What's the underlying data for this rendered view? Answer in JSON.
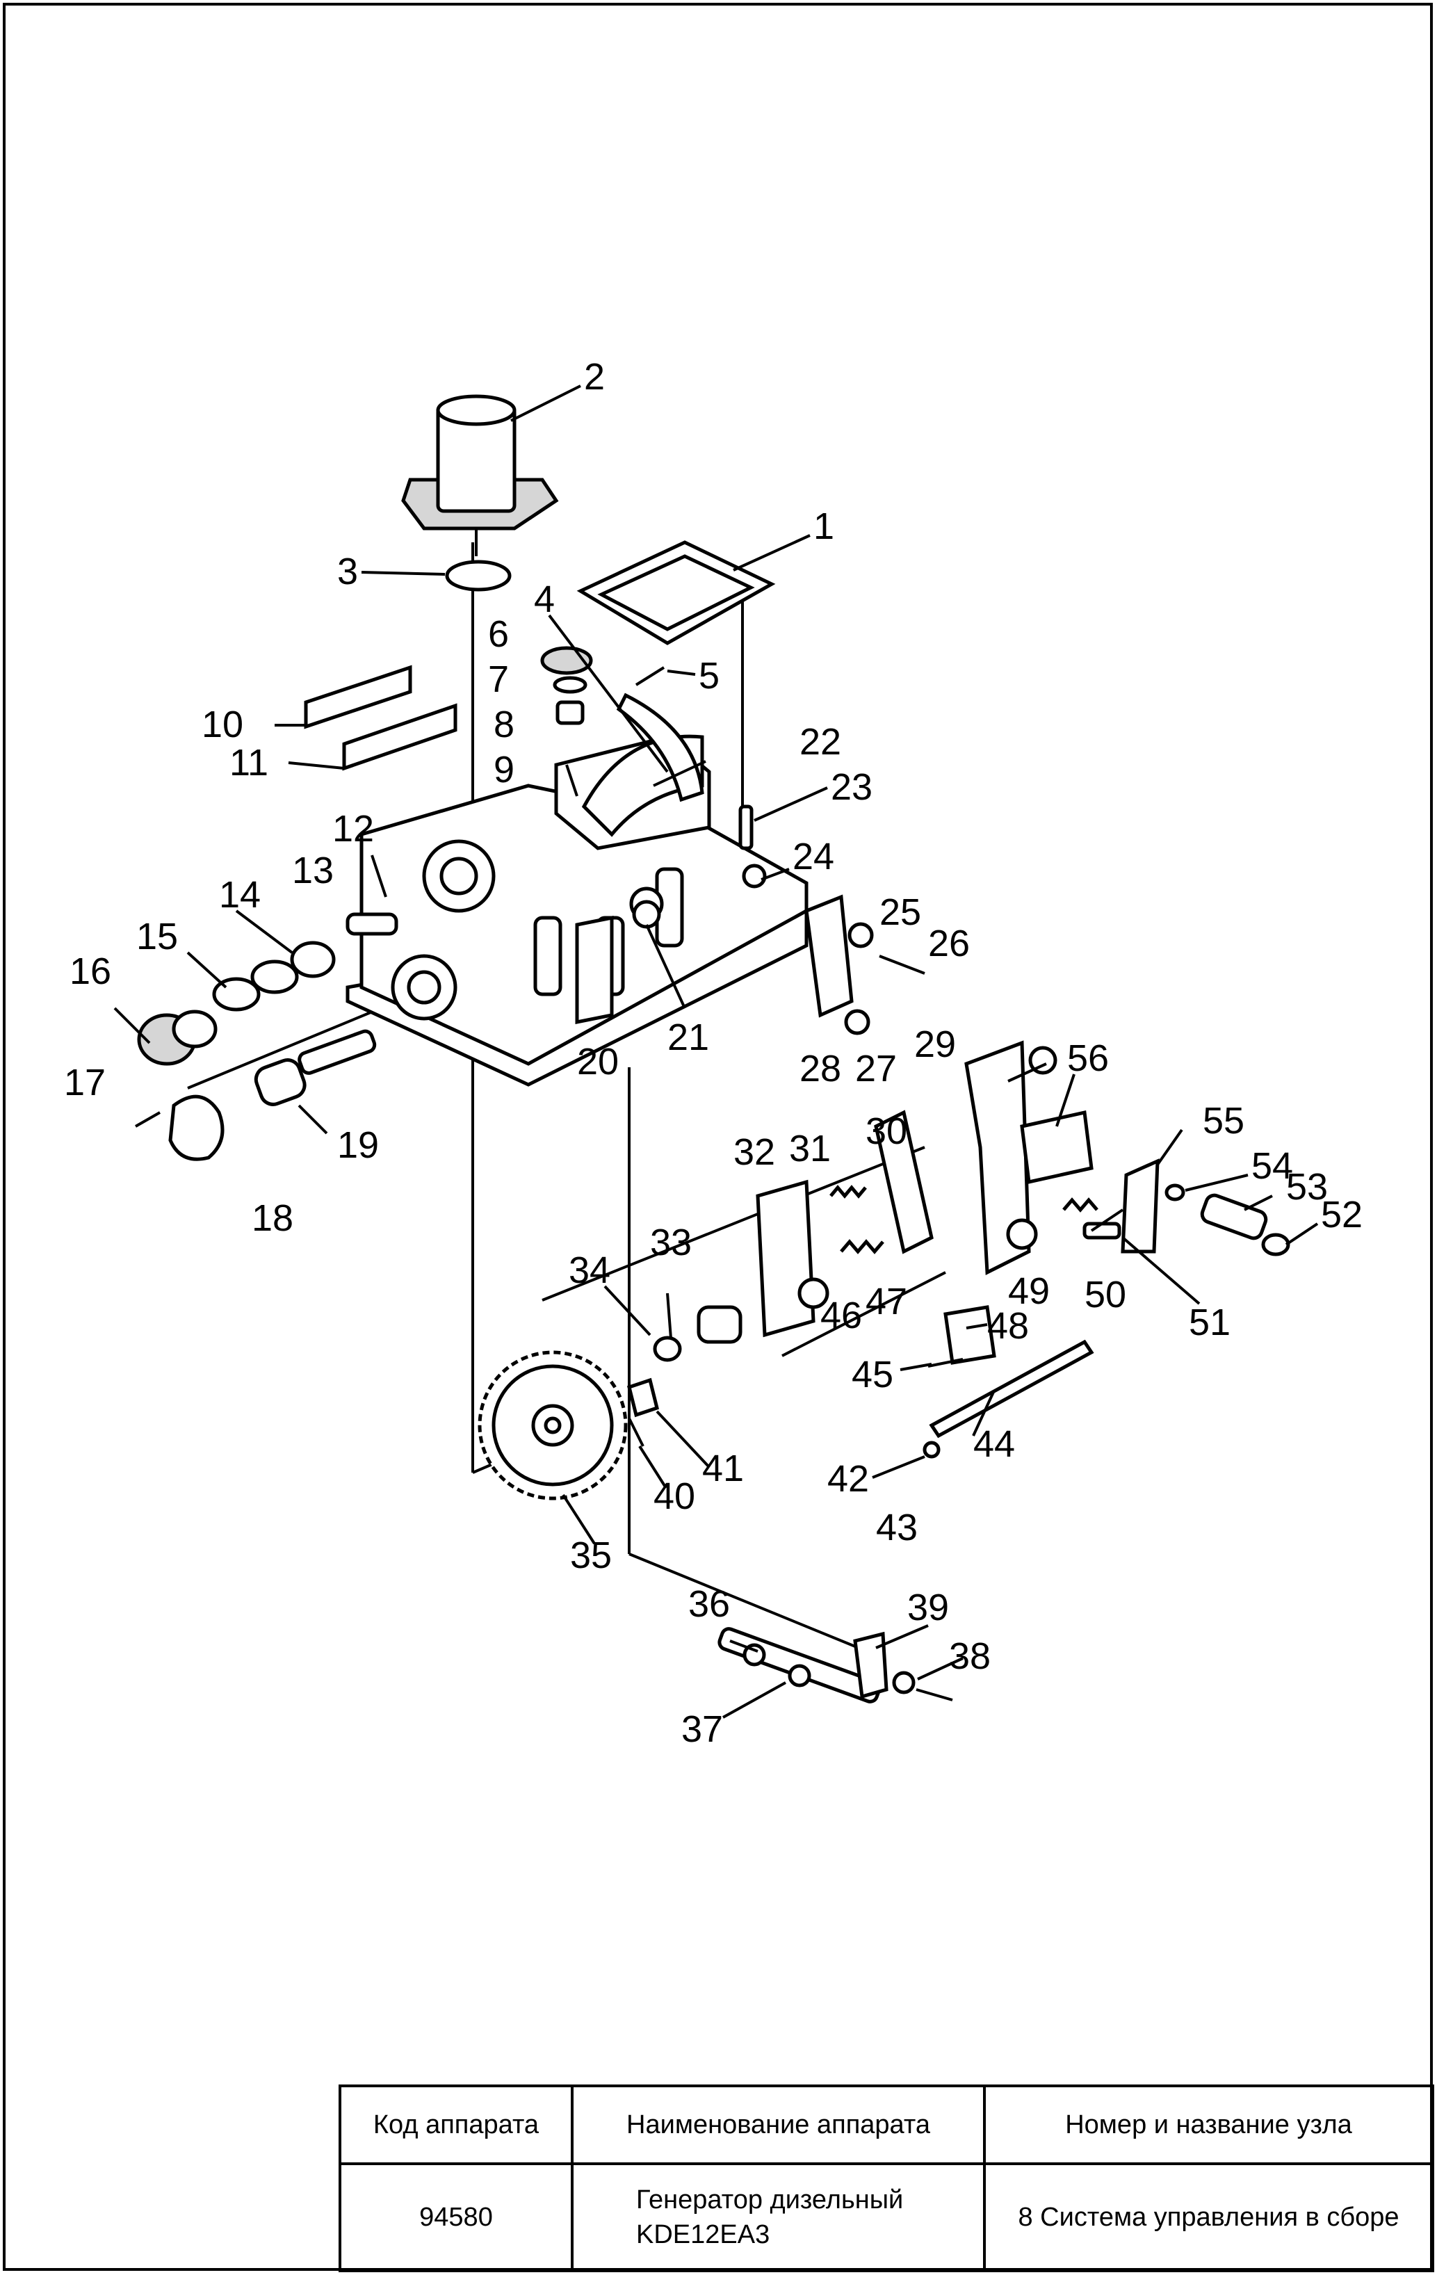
{
  "callouts": [
    "1",
    "2",
    "3",
    "4",
    "5",
    "6",
    "7",
    "8",
    "9",
    "10",
    "11",
    "12",
    "13",
    "14",
    "15",
    "16",
    "17",
    "18",
    "19",
    "20",
    "21",
    "22",
    "23",
    "24",
    "25",
    "26",
    "27",
    "28",
    "29",
    "30",
    "31",
    "32",
    "33",
    "34",
    "35",
    "36",
    "37",
    "38",
    "39",
    "40",
    "41",
    "42",
    "43",
    "44",
    "45",
    "46",
    "47",
    "48",
    "49",
    "50",
    "51",
    "52",
    "53",
    "54",
    "55",
    "56"
  ],
  "title_block": {
    "col1_header": "Код аппарата",
    "col2_header": "Наименование аппарата",
    "col3_header": "Номер и название узла",
    "col1_value": "94580",
    "col2_value_line1": "Генератор дизельный",
    "col2_value_line2": "KDE12EA3",
    "col3_value": "8 Система управления в сборе"
  }
}
